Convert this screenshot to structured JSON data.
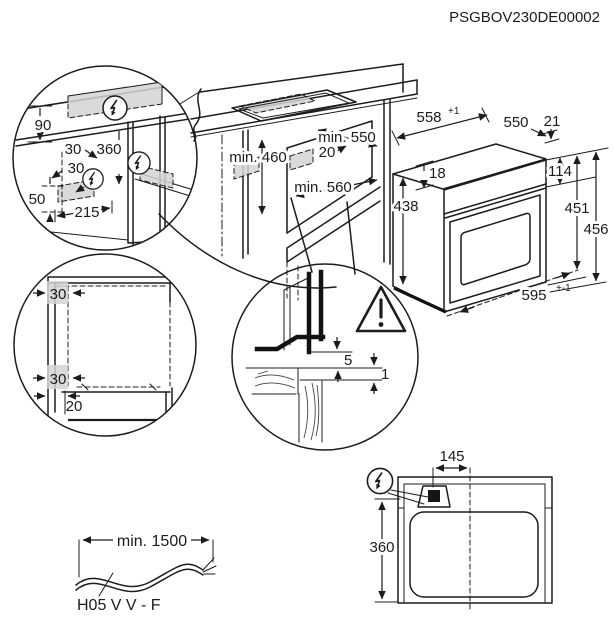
{
  "header": {
    "part_number": "PSGBOV230DE00002"
  },
  "main_drawing": {
    "niche_height": "min. 460",
    "niche_depth": "min. 550",
    "top_gap": "20",
    "niche_width": "min. 560"
  },
  "oven": {
    "cutout_width": "558",
    "cutout_width_tol": "+1",
    "depth": "550",
    "top_setback": "21",
    "top_clearance": "18",
    "panel_height": "114",
    "body_height": "438",
    "frame_height": "451",
    "total_height": "456",
    "frame_width": "595",
    "frame_width_tol": "+-1"
  },
  "detail_connection": {
    "counter_thickness": "90",
    "offset_top": "30",
    "zone_height": "360",
    "offset_mid": "30",
    "zone_bottom": "50",
    "zone_width": "215"
  },
  "detail_cabinet": {
    "vent_top": "30",
    "vent_mid": "30",
    "rear_gap": "20"
  },
  "detail_gap": {
    "gap_top": "5",
    "gap_front": "1"
  },
  "top_view": {
    "connection_offset": "145",
    "cutout_depth": "360"
  },
  "cable": {
    "min_length": "min. 1500",
    "cable_type": "H05 V V - F"
  }
}
